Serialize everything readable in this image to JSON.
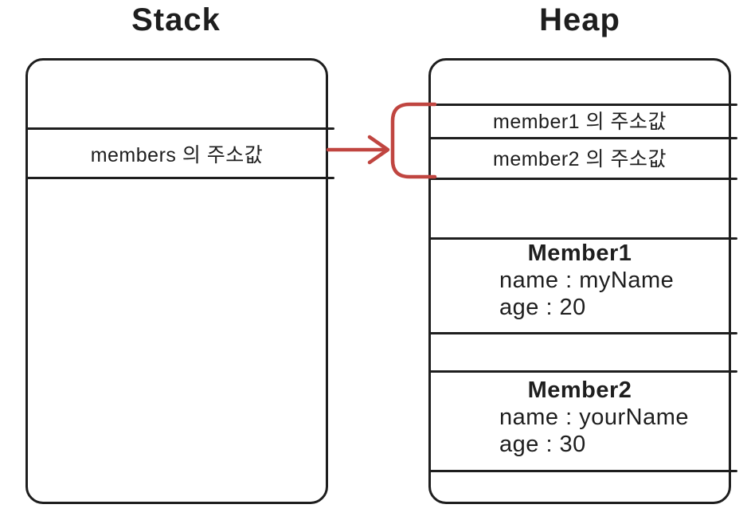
{
  "stack": {
    "title": "Stack",
    "slot_label": "members 의 주소값"
  },
  "heap": {
    "title": "Heap",
    "address_slots": [
      "member1 의 주소값",
      "member2 의 주소값"
    ],
    "objects": [
      {
        "name": "Member1",
        "fields": [
          "name : myName",
          "age : 20"
        ]
      },
      {
        "name": "Member2",
        "fields": [
          "name : yourName",
          "age : 30"
        ]
      }
    ]
  },
  "colors": {
    "ink": "#1e1e1e",
    "arrow_red": "#c04540",
    "background": "#ffffff"
  }
}
